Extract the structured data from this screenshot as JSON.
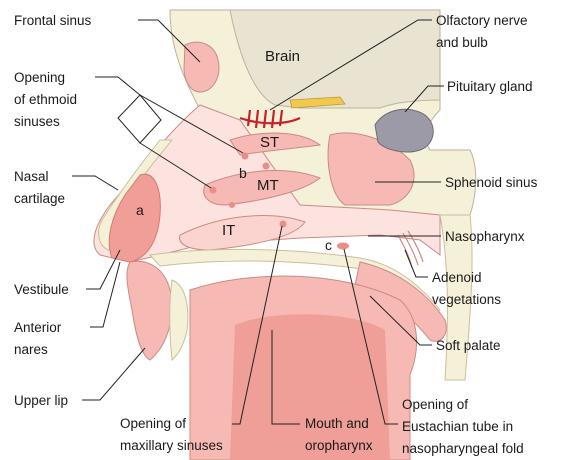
{
  "labels": {
    "frontal_sinus": "Frontal sinus",
    "opening_ethmoid": [
      "Opening",
      "of ethmoid",
      "sinuses"
    ],
    "nasal_cartilage": [
      "Nasal",
      "cartilage"
    ],
    "vestibule": "Vestibule",
    "anterior_nares": [
      "Anterior",
      "nares"
    ],
    "upper_lip": "Upper lip",
    "opening_maxillary": [
      "Opening of",
      "maxillary sinuses"
    ],
    "mouth_oropharynx": [
      "Mouth and",
      "oropharynx"
    ],
    "opening_eustachian": [
      "Opening of",
      "Eustachian tube in",
      "nasopharyngeal fold"
    ],
    "olfactory": [
      "Olfactory nerve",
      "and bulb"
    ],
    "pituitary": "Pituitary gland",
    "sphenoid_sinus": "Sphenoid sinus",
    "nasopharynx": "Nasopharynx",
    "adenoid": [
      "Adenoid",
      "vegetations"
    ],
    "soft_palate": "Soft palate"
  },
  "inner_labels": {
    "brain": "Brain",
    "st": "ST",
    "mt": "MT",
    "it": "IT",
    "a": "a",
    "b": "b",
    "c": "c"
  },
  "colors": {
    "bone": "#f5f0d8",
    "brain": "#e9e4d2",
    "tissue": "#f6b9b4",
    "cavity": "#fde3e0",
    "mucosa_dark": "#ea8e88",
    "olfactory": "#c8202a",
    "pituitary": "#9d9aa7",
    "nerve_yellow": "#f2c94c"
  }
}
